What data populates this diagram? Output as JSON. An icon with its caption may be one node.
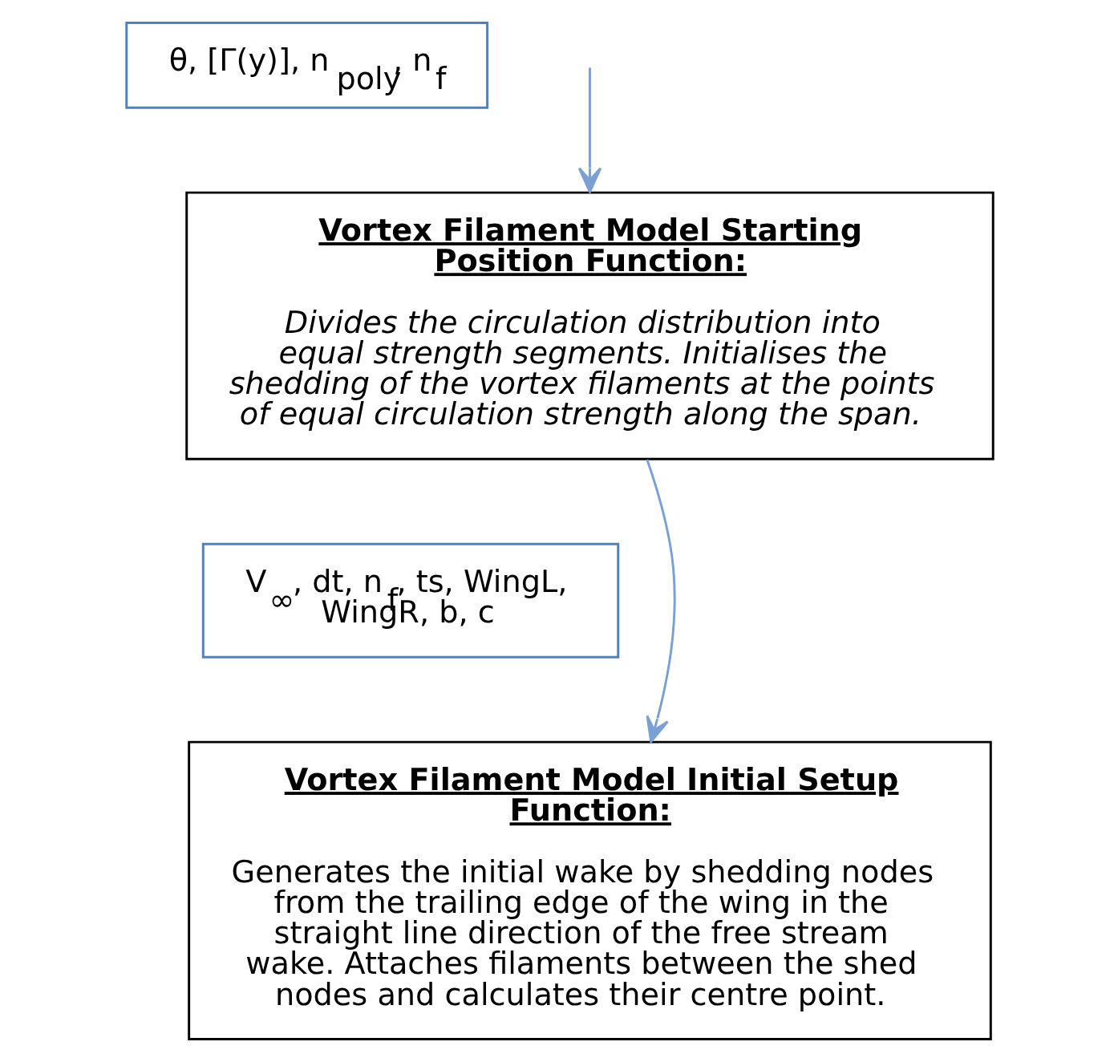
{
  "diagram": {
    "nodes": [
      {
        "text": [
          "θ, [Γ(y)], n$_{poly}$, n$_{f}$"
        ]
      },
      {
        "text": [
          "Vortex Filament Model Starting Position Function:",
          "Divides the circulation distribution into equal strength segments. Initialises the shedding of the vortex filaments at the points of equal circulation strength along the span."
        ]
      },
      {
        "text": [
          "V$_{∞}$, dt, n$_{f}$, ts, WingL, WingR, b, c"
        ]
      },
      {
        "text": [
          "Vortex Filament Model Initial Setup Function:",
          "Generates the initial wake by shedding nodes from the trailing edge of the wing in the straight line direction of the free stream wake. Attaches filaments between the shed nodes and calculates their centre point."
        ]
      }
    ],
    "edges": [
      {
        "from": null,
        "to": 1,
        "arrow": "to"
      },
      {
        "from": 1,
        "to": 3,
        "arrow": "to"
      }
    ]
  }
}
